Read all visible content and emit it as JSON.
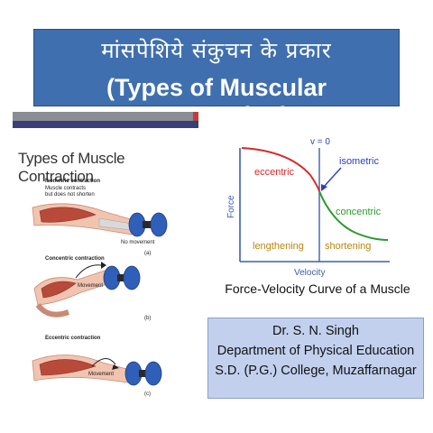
{
  "title": {
    "hindi": "मांसपेशिये संकुचन के प्रकार",
    "english": "(Types of Muscular Contraction)"
  },
  "left_panel": {
    "heading": "Types of Muscle Contraction",
    "isometric": {
      "label": "Isometric contraction",
      "desc_line1": "Muscle contracts",
      "desc_line2": "but does not shorten",
      "movement": "No movement",
      "tag": "(a)"
    },
    "concentric": {
      "label": "Concentric contraction",
      "movement": "Movement",
      "tag": "(b)"
    },
    "eccentric": {
      "label": "Eccentric contraction",
      "movement": "Movement",
      "tag": "(c)"
    }
  },
  "chart_data": {
    "type": "line",
    "title": "Force-Velocity Curve of a Muscle",
    "xlabel": "Velocity",
    "ylabel": "Force",
    "annotations": {
      "v_zero": "v = 0",
      "isometric": "isometric",
      "eccentric": "eccentric",
      "concentric": "concentric",
      "lengthening": "lengthening",
      "shortening": "shortening"
    },
    "segments": [
      {
        "name": "eccentric",
        "color": "#d42a2a"
      },
      {
        "name": "concentric",
        "color": "#2e9a2e"
      }
    ],
    "colors": {
      "axis": "#3a5fb0",
      "annotation_blue": "#2a3fbf",
      "region_text": "#b8860b",
      "isometric_arrow": "#2a3fbf"
    }
  },
  "credits": {
    "line1": "Dr. S. N. Singh",
    "line2": "Department of Physical Education",
    "line3": "S.D. (P.G.) College, Muzaffarnagar"
  }
}
